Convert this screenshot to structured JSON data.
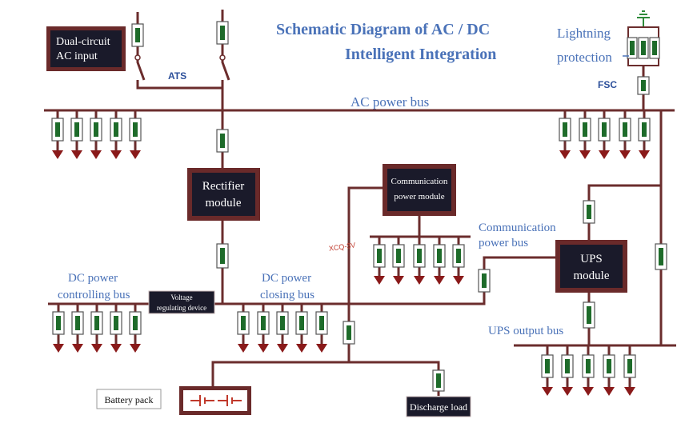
{
  "title": {
    "line1": "Schematic Diagram of AC / DC",
    "line2": "Intelligent Integration"
  },
  "labels": {
    "ac_input_line1": "Dual-circuit",
    "ac_input_line2": "AC input",
    "ats": "ATS",
    "lightning_line1": "Lightning",
    "lightning_line2": "protection",
    "fsc": "FSC",
    "ac_bus": "AC power bus",
    "rectifier_line1": "Rectifier",
    "rectifier_line2": "module",
    "comm_module_line1": "Communication",
    "comm_module_line2": "power module",
    "xcq": "XCQ-3V",
    "comm_bus_line1": "Communication",
    "comm_bus_line2": "power bus",
    "ups_line1": "UPS",
    "ups_line2": "module",
    "dc_control_line1": "DC power",
    "dc_control_line2": "controlling bus",
    "voltage_line1": "Voltage",
    "voltage_line2": "regulating device",
    "dc_closing_line1": "DC power",
    "dc_closing_line2": "closing bus",
    "ups_output_bus": "UPS output bus",
    "battery_pack": "Battery pack",
    "discharge_load": "Discharge load"
  },
  "colors": {
    "label_blue": "#4a72b8",
    "wire": "#6b2d2d",
    "arrow": "#8a1a1a",
    "fuse": "#1e6b2a",
    "module_bg": "#1a1a2a"
  }
}
